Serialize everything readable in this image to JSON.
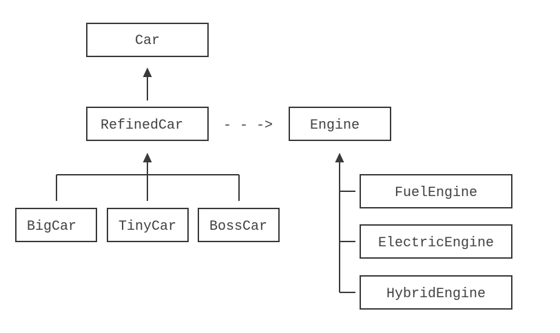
{
  "diagram": {
    "nodes": {
      "car": "Car",
      "refined_car": "RefinedCar",
      "engine": "Engine",
      "big_car": "BigCar",
      "tiny_car": "TinyCar",
      "boss_car": "BossCar",
      "fuel_engine": "FuelEngine",
      "electric_engine": "ElectricEngine",
      "hybrid_engine": "HybridEngine"
    },
    "dependency_arrow_text": "- - ->",
    "colors": {
      "stroke": "#3a3a3a",
      "text": "#404040",
      "background": "#ffffff"
    }
  }
}
